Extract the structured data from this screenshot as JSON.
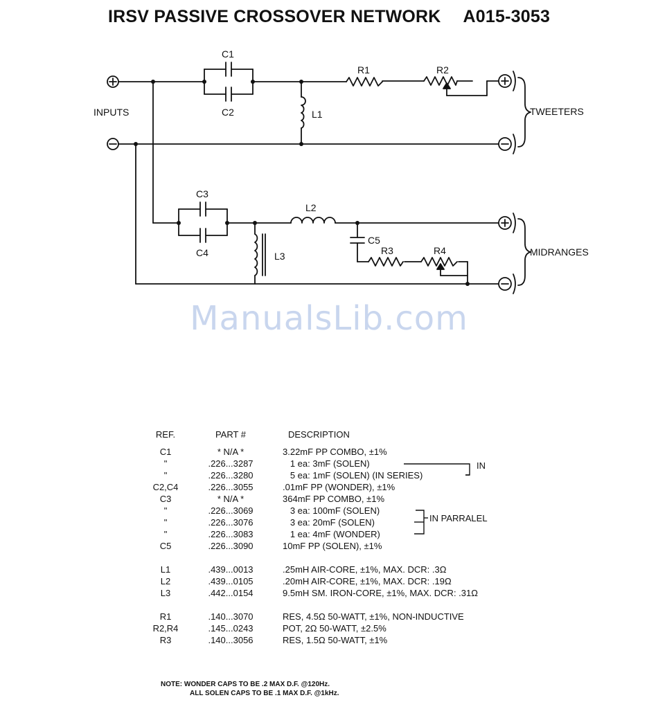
{
  "title": {
    "name": "IRSV PASSIVE CROSSOVER NETWORK",
    "code": "A015-3053"
  },
  "schematic": {
    "labels": {
      "inputs": "INPUTS",
      "tweeters": "TWEETERS",
      "midranges": "MIDRANGES",
      "c1": "C1",
      "c2": "C2",
      "c3": "C3",
      "c4": "C4",
      "c5": "C5",
      "l1": "L1",
      "l2": "L2",
      "l3": "L3",
      "r1": "R1",
      "r2": "R2",
      "r3": "R3",
      "r4": "R4",
      "plus": "+",
      "minus": "−"
    }
  },
  "watermark": "ManualsLib.com",
  "bom": {
    "headers": {
      "ref": "REF.",
      "part": "PART #",
      "description": "DESCRIPTION"
    },
    "rows": [
      {
        "ref": "C1",
        "part": "* N/A *",
        "description": "3.22mF PP COMBO, ±1%"
      },
      {
        "ref": "\"",
        "part": ".226...3287",
        "description": "   1 ea: 3mF (SOLEN)"
      },
      {
        "ref": "\"",
        "part": ".226...3280",
        "description": "   5 ea: 1mF (SOLEN) (IN SERIES)"
      },
      {
        "ref": "C2,C4",
        "part": ".226...3055",
        "description": ".01mF PP (WONDER), ±1%"
      },
      {
        "ref": "C3",
        "part": "* N/A *",
        "description": "364mF PP COMBO, ±1%"
      },
      {
        "ref": "\"",
        "part": ".226...3069",
        "description": "   3 ea: 100mF (SOLEN)"
      },
      {
        "ref": "\"",
        "part": ".226...3076",
        "description": "   3 ea: 20mF (SOLEN)"
      },
      {
        "ref": "\"",
        "part": ".226...3083",
        "description": "   1 ea: 4mF (WONDER)"
      },
      {
        "ref": "C5",
        "part": ".226...3090",
        "description": "10mF PP (SOLEN), ±1%"
      },
      {
        "ref": "L1",
        "part": ".439...0013",
        "description": ".25mH AIR-CORE, ±1%, MAX. DCR: .3Ω"
      },
      {
        "ref": "L2",
        "part": ".439...0105",
        "description": ".20mH AIR-CORE, ±1%, MAX. DCR: .19Ω"
      },
      {
        "ref": "L3",
        "part": ".442...0154",
        "description": "9.5mH SM. IRON-CORE, ±1%, MAX. DCR: .31Ω"
      },
      {
        "ref": "R1",
        "part": ".140...3070",
        "description": "RES, 4.5Ω 50-WATT, ±1%, NON-INDUCTIVE"
      },
      {
        "ref": "R2,R4",
        "part": ".145...0243",
        "description": "POT, 2Ω 50-WATT, ±2.5%"
      },
      {
        "ref": "R3",
        "part": ".140...3056",
        "description": "RES, 1.5Ω 50-WATT, ±1%"
      }
    ],
    "brackets": {
      "series": "IN",
      "parallel": "IN PARRALEL"
    }
  },
  "note": {
    "line1": "NOTE:  WONDER CAPS TO BE .2 MAX D.F. @120Hz.",
    "line2": "ALL SOLEN CAPS TO BE .1 MAX D.F. @1kHz."
  }
}
